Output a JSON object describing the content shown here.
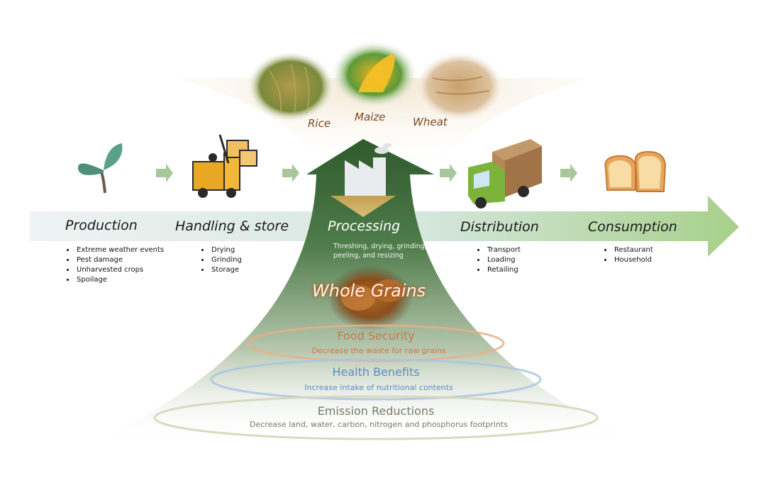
{
  "grains": {
    "rice": "Rice",
    "maize": "Maize",
    "wheat": "Wheat"
  },
  "stages": {
    "production": {
      "label": "Production",
      "items": [
        "Extreme weather events",
        "Pest damage",
        "Unharvested crops",
        "Spoilage"
      ]
    },
    "handling": {
      "label": "Handling & store",
      "items": [
        "Drying",
        "Grinding",
        "Storage"
      ]
    },
    "processing": {
      "label": "Processing",
      "note": "Threshing, drying, grinding, peeling, and resizing"
    },
    "distribution": {
      "label": "Distribution",
      "items": [
        "Transport",
        "Loading",
        "Retailing"
      ]
    },
    "consumption": {
      "label": "Consumption",
      "items": [
        "Restaurant",
        "Household"
      ]
    }
  },
  "center": {
    "title": "Whole Grains"
  },
  "benefits": {
    "food_security": {
      "title": "Food Security",
      "subtitle": "Decrease the waste for raw grains",
      "color": "#c97a4a"
    },
    "health": {
      "title": "Health Benefits",
      "subtitle": "Increase intake of nutritional contents",
      "color": "#5b8ec4"
    },
    "emission": {
      "title": "Emission Reductions",
      "subtitle": "Decrease land, water, carbon, nitrogen and phosphorus footprints",
      "color": "#7a7a6a"
    }
  },
  "colors": {
    "main_arrow_start": "#e6eeee",
    "main_arrow_end": "#a8d08d",
    "center_arrow_dark": "#3e6a3a",
    "small_arrow": "#a8c79a"
  }
}
